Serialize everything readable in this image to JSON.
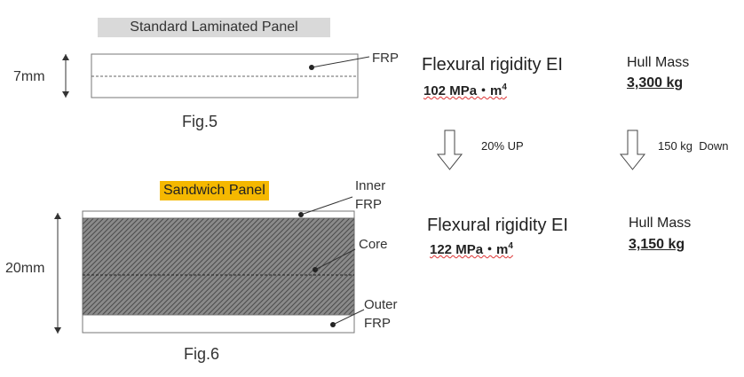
{
  "standard": {
    "title": "Standard Laminated Panel",
    "thickness": "7mm",
    "frp_label": "FRP",
    "fig": "Fig.5"
  },
  "sandwich": {
    "title": "Sandwich Panel",
    "thickness": "20mm",
    "inner_label_1": "Inner",
    "inner_label_2": "FRP",
    "core_label": "Core",
    "outer_label_1": "Outer",
    "outer_label_2": "FRP",
    "fig": "Fig.6"
  },
  "results": {
    "flex_title_top": "Flexural rigidity EI",
    "flex_value_top": "102 MPa・m",
    "flex_exp_top": "4",
    "mass_title_top": "Hull Mass",
    "mass_value_top": "3,300 kg",
    "flex_change": "20% UP",
    "mass_change": "150 kg  Down",
    "flex_title_bottom": "Flexural rigidity EI",
    "flex_value_bottom": "122 MPa・m",
    "flex_exp_bottom": "4",
    "mass_title_bottom": "Hull Mass",
    "mass_value_bottom": "3,150 kg"
  },
  "colors": {
    "sandwich_tag": "#f5b800",
    "standard_tag": "#d9d9d9",
    "core_fill": "#555555"
  }
}
